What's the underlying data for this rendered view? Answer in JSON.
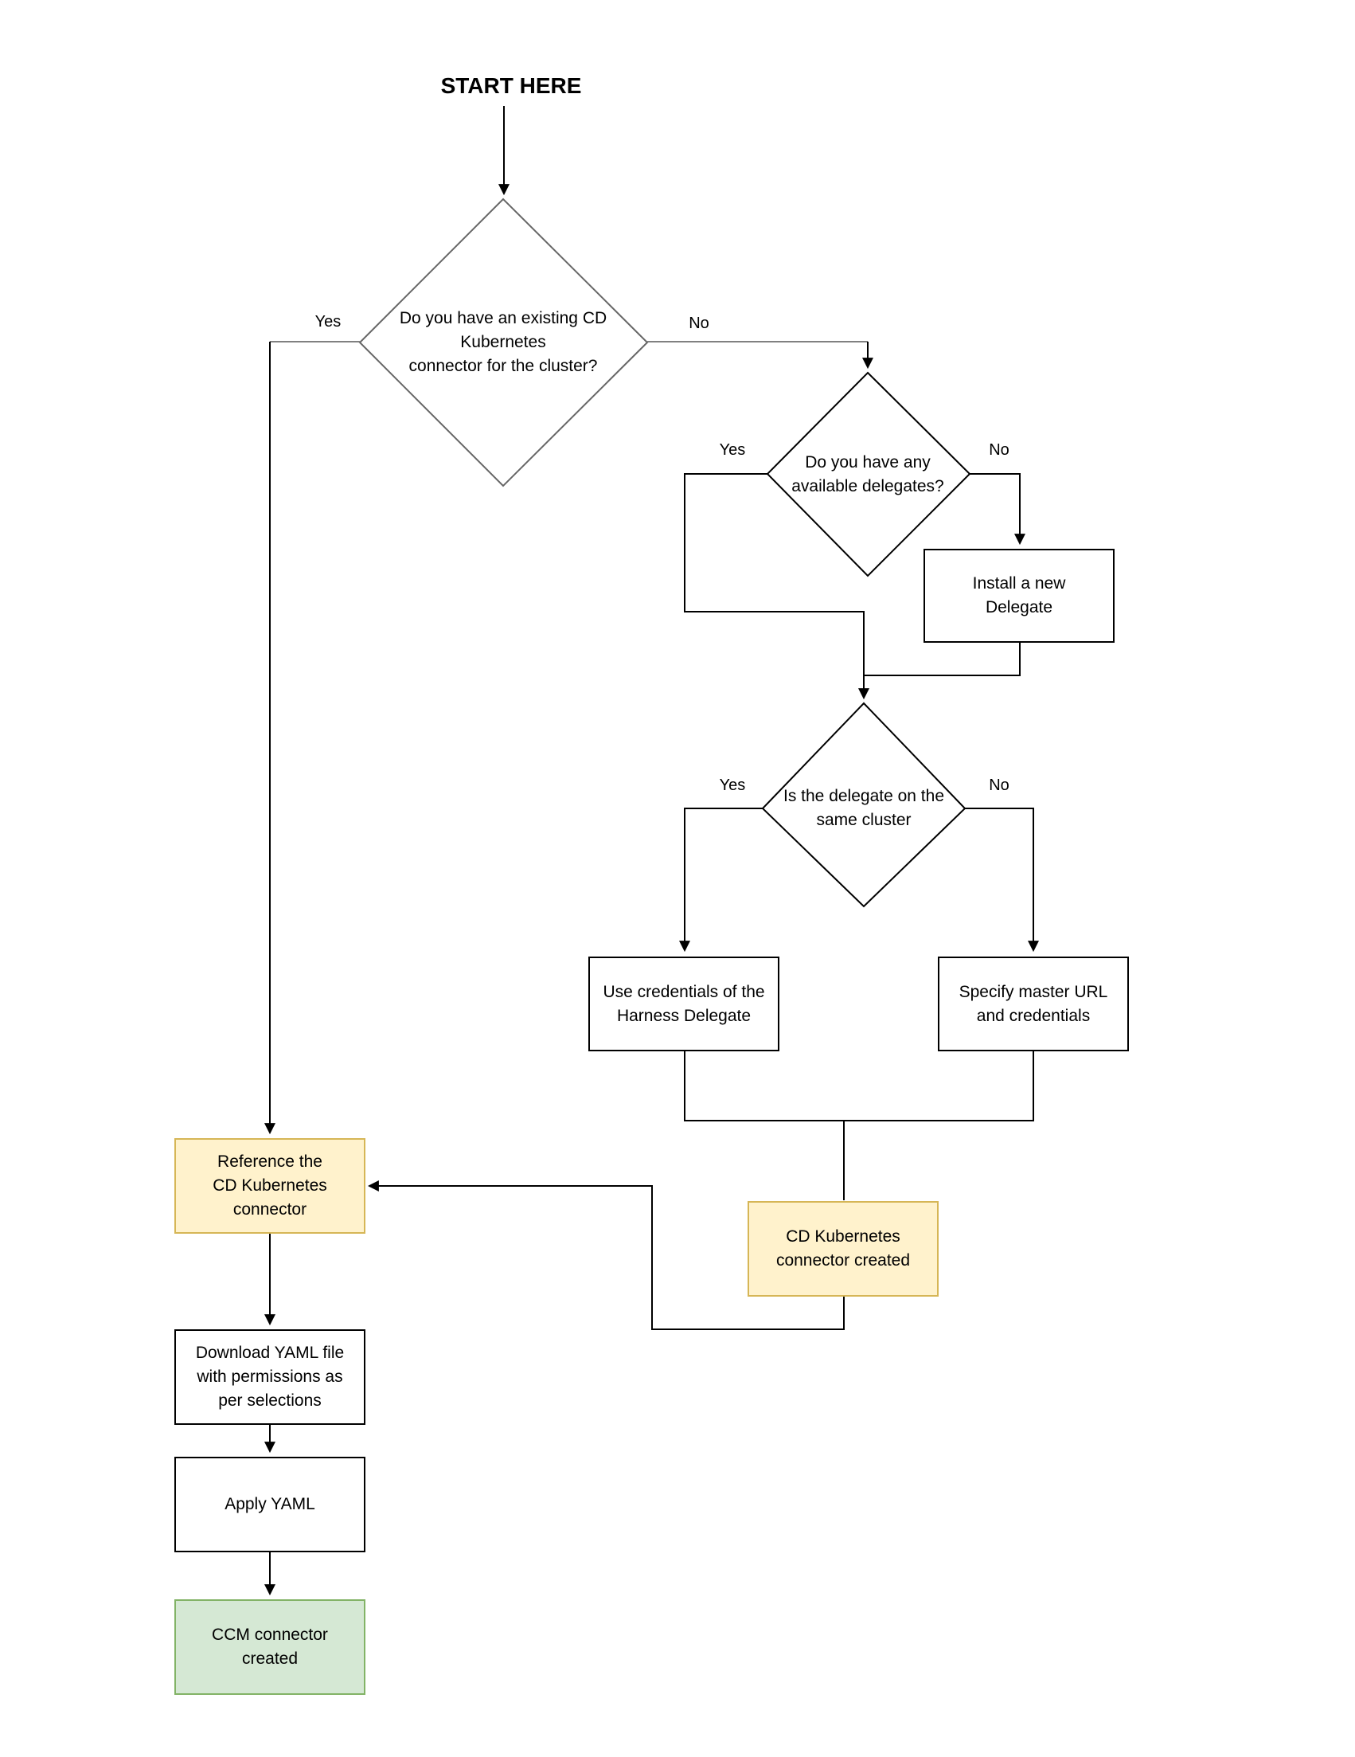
{
  "title": "START HERE",
  "nodes": {
    "decision_existing_connector": {
      "label": [
        "Do you have an existing CD",
        "Kubernetes",
        "connector for the cluster?"
      ]
    },
    "decision_available_delegates": {
      "label": [
        "Do you have any",
        "available delegates?"
      ]
    },
    "decision_same_cluster": {
      "label": [
        "Is the delegate on the",
        "same cluster"
      ]
    },
    "install_delegate": {
      "label": [
        "Install a new",
        "Delegate"
      ]
    },
    "use_credentials": {
      "label": [
        "Use credentials of the",
        "Harness Delegate"
      ]
    },
    "specify_master_url": {
      "label": [
        "Specify master URL",
        "and credentials"
      ]
    },
    "cd_connector_created": {
      "label": [
        "CD Kubernetes",
        "connector created"
      ]
    },
    "reference_connector": {
      "label": [
        "Reference the",
        "CD Kubernetes",
        "connector"
      ]
    },
    "download_yaml": {
      "label": [
        "Download YAML file",
        "with permissions as",
        "per selections"
      ]
    },
    "apply_yaml": {
      "label": "Apply YAML"
    },
    "ccm_connector_created": {
      "label": [
        "CCM connector",
        "created"
      ]
    }
  },
  "edge_labels": {
    "existing_yes": "Yes",
    "existing_no": "No",
    "delegates_yes": "Yes",
    "delegates_no": "No",
    "same_cluster_yes": "Yes",
    "same_cluster_no": "No"
  },
  "colors": {
    "background": "#ffffff",
    "line": "#000000",
    "diamond1_stroke": "#666666",
    "diamond1_stub": "#808080",
    "yellow_fill": "#fff2cc",
    "yellow_border": "#d6b656",
    "green_fill": "#d5e8d4",
    "green_border": "#82b366",
    "text": "#000000"
  }
}
